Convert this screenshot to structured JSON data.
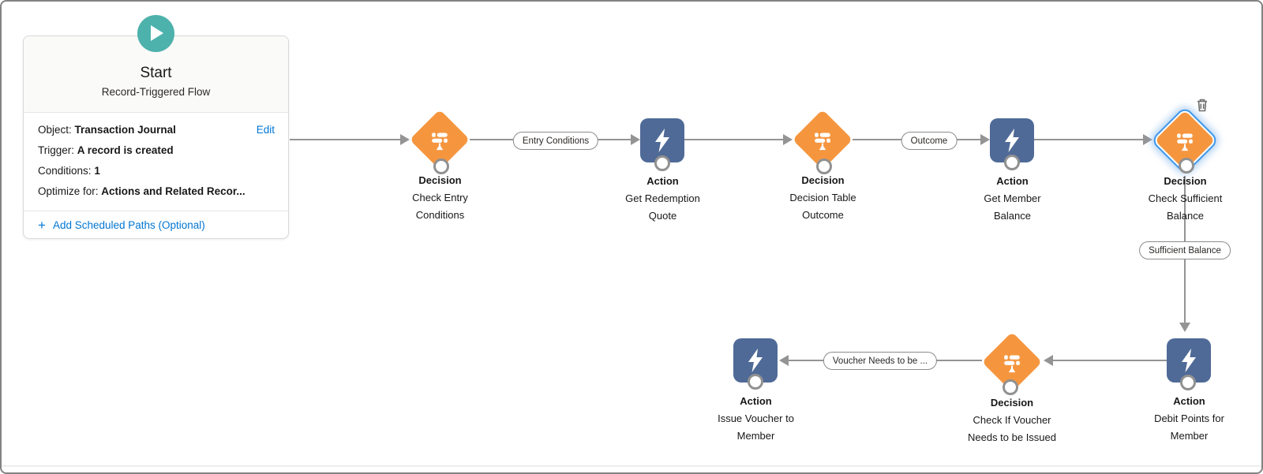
{
  "colors": {
    "decision_orange": "#F5963F",
    "action_blue": "#4F6A97",
    "start_teal": "#4DB1AC",
    "link_blue": "#0176D3",
    "connector_gray": "#949494",
    "selection_blue": "#3F96E8",
    "text_dark": "#181818"
  },
  "start_card": {
    "title": "Start",
    "subtitle": "Record-Triggered Flow",
    "fields": [
      {
        "label": "Object:",
        "value": "Transaction Journal"
      },
      {
        "label": "Trigger:",
        "value": "A record is created"
      },
      {
        "label": "Conditions:",
        "value": "1"
      },
      {
        "label": "Optimize for:",
        "value": "Actions and Related Recor..."
      }
    ],
    "edit_link": "Edit",
    "add_paths_link": "Add Scheduled Paths (Optional)"
  },
  "nodes": [
    {
      "kind": "decision",
      "type_label": "Decision",
      "name": "Check Entry Conditions",
      "selected": false
    },
    {
      "kind": "action",
      "type_label": "Action",
      "name": "Get Redemption Quote",
      "selected": false
    },
    {
      "kind": "decision",
      "type_label": "Decision",
      "name": "Decision Table Outcome",
      "selected": false
    },
    {
      "kind": "action",
      "type_label": "Action",
      "name": "Get Member Balance",
      "selected": false
    },
    {
      "kind": "decision",
      "type_label": "Decision",
      "name": "Check Sufficient Balance",
      "selected": true
    },
    {
      "kind": "action",
      "type_label": "Action",
      "name": "Issue Voucher to Member",
      "selected": false
    },
    {
      "kind": "decision",
      "type_label": "Decision",
      "name": "Check If Voucher Needs to be Issued",
      "selected": false
    },
    {
      "kind": "action",
      "type_label": "Action",
      "name": "Debit Points for Member",
      "selected": false
    }
  ],
  "connector_pills": [
    {
      "label": "Entry Conditions"
    },
    {
      "label": "Outcome"
    },
    {
      "label": "Sufficient Balance"
    },
    {
      "label": "Voucher Needs to be ..."
    }
  ]
}
